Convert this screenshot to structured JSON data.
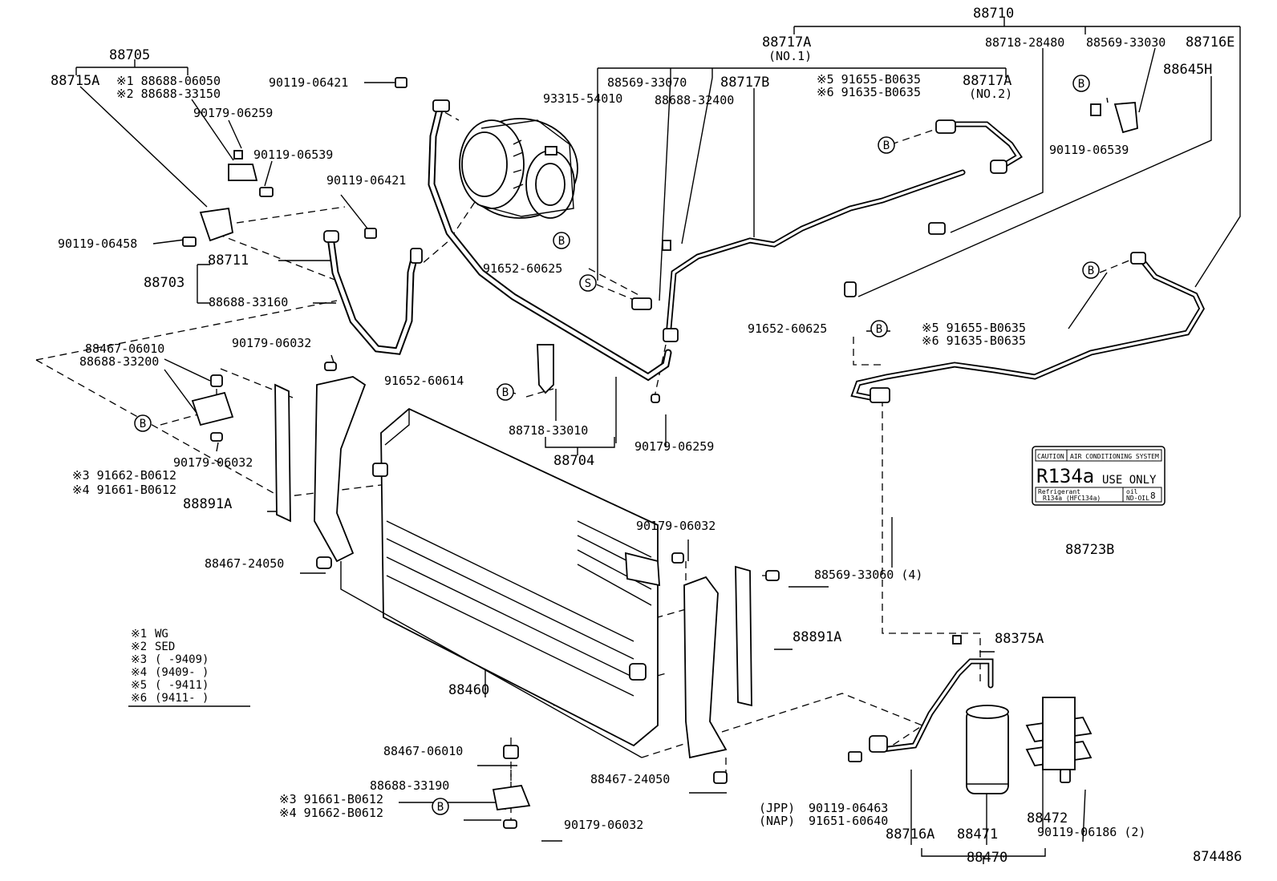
{
  "diagram_id": "874486",
  "callouts": {
    "c88710": "88710",
    "c88717A_1": "88717A",
    "c88717A_1_sub": "(NO.1)",
    "c88718_28480": "88718-28480",
    "c88569_33030": "88569-33030",
    "c88716E": "88716E",
    "c88645H": "88645H",
    "c88705": "88705",
    "c88715A": "88715A",
    "c88688_06050": "※1  88688-06050",
    "c88688_33150": "※2  88688-33150",
    "c90179_06259_a": "90179-06259",
    "c90119_06539_a": "90119-06539",
    "c90119_06458": "90119-06458",
    "c90119_06421_a": "90119-06421",
    "c90119_06421_b": "90119-06421",
    "c88569_33070": "88569-33070",
    "c93315_54010": "93315-54010",
    "c88688_32400": "88688-32400",
    "c88717B": "88717B",
    "c91655_B0635_a": "※5  91655-B0635",
    "c91635_B0635_a": "※6  91635-B0635",
    "c88717A_2": "88717A",
    "c88717A_2_sub": "(NO.2)",
    "c90119_06539_b": "90119-06539",
    "c88711": "88711",
    "c88703": "88703",
    "c88688_33160": "88688-33160",
    "c91652_60625_a": "91652-60625",
    "c91652_60625_b": "91652-60625",
    "c91655_B0635_b": "※5  91655-B0635",
    "c91635_B0635_b": "※6  91635-B0635",
    "c88467_06010_a": "88467-06010",
    "c88688_33200": "88688-33200",
    "c90179_06032_a": "90179-06032",
    "c91652_60614": "91652-60614",
    "c88718_33010": "88718-33010",
    "c88704": "88704",
    "c90179_06259_b": "90179-06259",
    "c90179_06032_b": "90179-06032",
    "c91662_B0612_a": "※3  91662-B0612",
    "c91661_B0612_a": "※4  91661-B0612",
    "c88891A_a": "88891A",
    "c88723B": "88723B",
    "c90179_06032_c": "90179-06032",
    "c88467_24050_a": "88467-24050",
    "c88569_33060": "88569-33060 (4)",
    "c88891A_b": "88891A",
    "c88375A": "88375A",
    "c88460": "88460",
    "c88467_06010_b": "88467-06010",
    "c88467_24050_b": "88467-24050",
    "c88688_33190": "88688-33190",
    "c91661_B0612_b": "※3  91661-B0612",
    "c91662_B0612_b": "※4  91662-B0612",
    "c90179_06032_d": "90179-06032",
    "c90119_06463": "90119-06463",
    "c91651_60640": "91651-60640",
    "c_jpp": "(JPP)",
    "c_nap": "(NAP)",
    "c88716A": "88716A",
    "c88471": "88471",
    "c88472": "88472",
    "c90119_06186": "90119-06186 (2)",
    "c88470": "88470"
  },
  "legend": [
    {
      "mark": "※1",
      "code": "WG"
    },
    {
      "mark": "※2",
      "code": "SED"
    },
    {
      "mark": "※3",
      "code": "(      -9409)"
    },
    {
      "mark": "※4",
      "code": "(9409-      )"
    },
    {
      "mark": "※5",
      "code": "(      -9411)"
    },
    {
      "mark": "※6",
      "code": "(9411-      )"
    }
  ],
  "circle_marks": {
    "b": "B",
    "s": "S"
  },
  "sticker": {
    "caution": "CAUTION",
    "system": "AIR CONDITIONING SYSTEM",
    "main": "R134a",
    "use_only": "USE ONLY",
    "refrigerant": "Refrigerant",
    "refrigerant_type": "R134a (HFC134a)",
    "oil": "oil",
    "oil_type": "ND-OIL",
    "oil_no": "8"
  }
}
